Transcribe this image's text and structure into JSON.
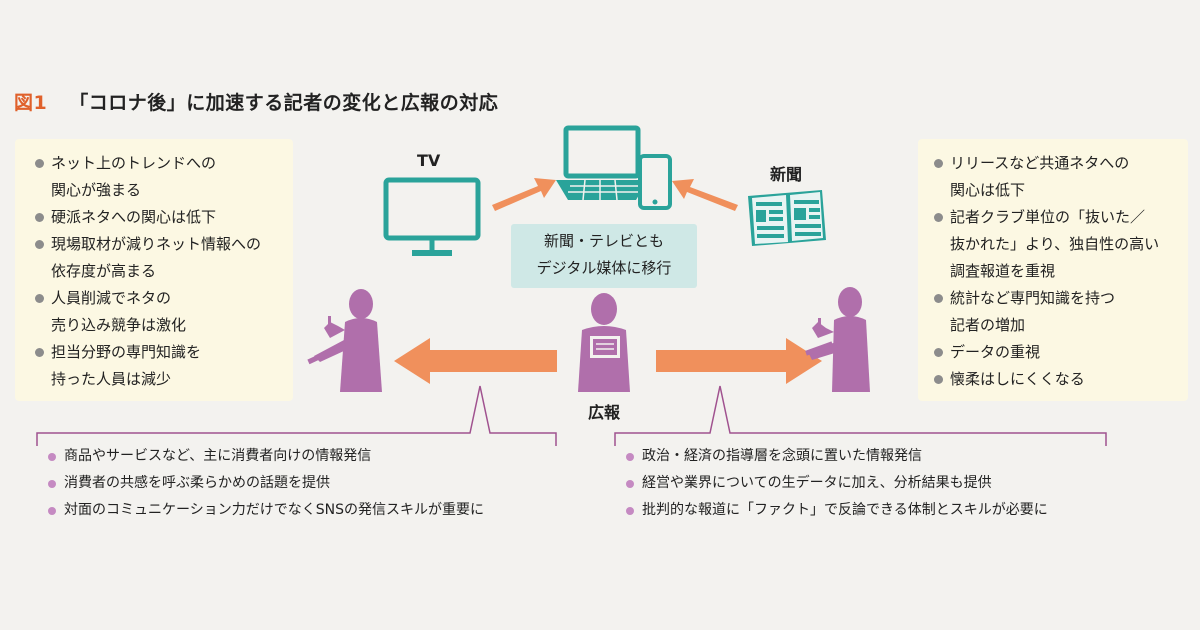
{
  "title": {
    "number": "図1",
    "text": "「コロナ後」に加速する記者の変化と広報の対応"
  },
  "labels": {
    "tv": "TV",
    "newspaper": "新聞",
    "pr": "広報"
  },
  "center_box": [
    "新聞・テレビとも",
    "デジタル媒体に移行"
  ],
  "left_panel": [
    "ネット上のトレンドへの\n関心が強まる",
    "硬派ネタへの関心は低下",
    "現場取材が減りネット情報への\n依存度が高まる",
    "人員削減でネタの\n売り込み競争は激化",
    "担当分野の専門知識を\n持った人員は減少"
  ],
  "right_panel": [
    "リリースなど共通ネタへの\n関心は低下",
    "記者クラブ単位の「抜いた／\n抜かれた」より、独自性の高い\n調査報道を重視",
    "統計など専門知識を持つ\n記者の増加",
    "データの重視",
    "懐柔はしにくくなる"
  ],
  "bottom_left": [
    "商品やサービスなど、主に消費者向けの情報発信",
    "消費者の共感を呼ぶ柔らかめの話題を提供",
    "対面のコミュニケーション力だけでなくSNSの発信スキルが重要に"
  ],
  "bottom_right": [
    "政治・経済の指導層を念頭に置いた情報発信",
    "経営や業界についての生データに加え、分析結果も提供",
    "批判的な報道に「ファクト」で反論できる体制とスキルが必要に"
  ],
  "colors": {
    "accent": "#e0612b",
    "teal": "#2aa39a",
    "purple": "#b06fab",
    "arrow": "#f0905c",
    "bracket": "#a0528f"
  }
}
